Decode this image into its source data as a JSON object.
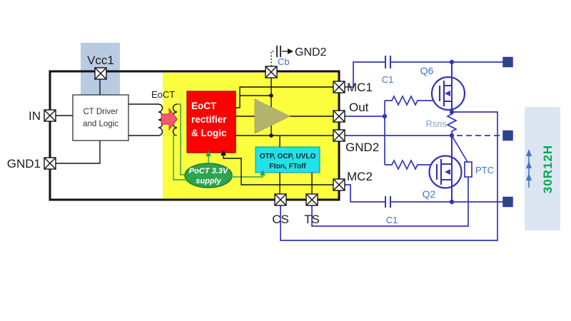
{
  "labels": {
    "vcc1": "Vcc1",
    "in": "IN",
    "gnd1": "GND1",
    "mc1": "MC1",
    "out": "Out",
    "gnd2": "GND2",
    "mc2": "MC2",
    "cs": "CS",
    "ts": "TS",
    "cb": "Cb",
    "gnd2_top": "GND2",
    "eoct": "EoCT",
    "q6": "Q6",
    "q2": "Q2",
    "c1": "C1",
    "rsns": "Rsns",
    "ptc": "PTC",
    "load": "30R12H"
  },
  "blocks": {
    "ct_driver": {
      "line1": "CT Driver",
      "line2": "and Logic"
    },
    "rectifier": {
      "line1": "EoCT",
      "line2": "rectifier",
      "line3": "& Logic"
    },
    "poct": {
      "line1": "PoCT 3.3V",
      "line2": "supply"
    },
    "protection": {
      "line1": "OTP, OCP, UVLO",
      "line2": "Fton, FToff"
    }
  },
  "colors": {
    "ic_yellow": "#fbff3d",
    "vcc_panel_blue": "#b9cbe2",
    "load_panel_blue": "#dce6f2",
    "block_red": "#fe0000",
    "block_cyan": "#21e1e9",
    "supply_green": "#2ea350",
    "buffer_olive": "#b2b46f",
    "energy_arrow_pink": "#ee5a74",
    "wire_blue": "#3434b8",
    "label_blue": "#4273c8",
    "load_text_green": "#00a850",
    "terminal_navy": "#27497f"
  }
}
